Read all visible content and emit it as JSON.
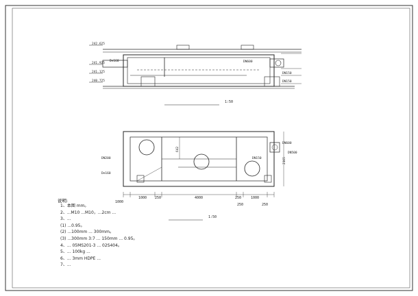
{
  "drawing": {
    "section_scale": "1:50",
    "plan_scale": "1:50",
    "section_elevations": [
      "242.625",
      "241.925",
      "241.125",
      "240.725"
    ],
    "section_pipe_labels": [
      "De160",
      "DN600",
      "DN150",
      "DN150"
    ],
    "plan_pipe_labels": [
      "DN200",
      "De160",
      "DN150",
      "DN500",
      "DN600"
    ],
    "plan_dims_vertical": [
      "642",
      "2165"
    ],
    "plan_dims_horizontal": [
      "1000",
      "250",
      "4000",
      "250",
      "1000"
    ],
    "plan_dims_bottom": [
      "250",
      "250"
    ],
    "plan_left_label": "1000",
    "notes_header": "说明:",
    "notes": [
      "1、本图 mm。",
      "2、...M10 ...M10，...2cm ...",
      "3、...",
      "(1) ...0.95。",
      "(2) ...100mm ... 300mm。",
      "(3) ...300mm 3:7 ... 150mm ... 0.95。",
      "4、... 05MS201-3 ... 02S404。",
      "5、... 100kg ...",
      "6、... 3mm HDPE ...",
      "7、..."
    ]
  }
}
